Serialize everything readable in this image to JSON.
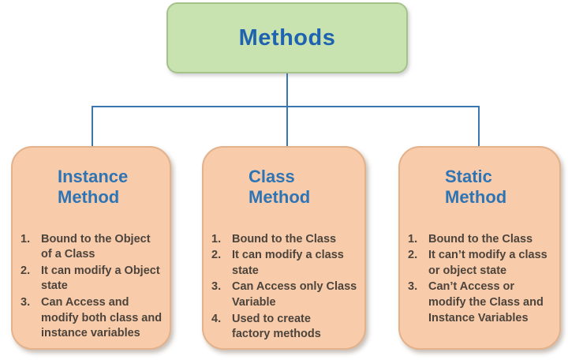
{
  "diagram": {
    "root": {
      "title": "Methods"
    },
    "branches": [
      {
        "title": "Instance\nMethod",
        "items": [
          {
            "n": "1.",
            "text": "Bound to the Object\nof a Class"
          },
          {
            "n": "2.",
            "text": "It can modify a Object\nstate"
          },
          {
            "n": "3.",
            "text": "Can Access and\nmodify both class and\ninstance variables"
          }
        ]
      },
      {
        "title": "Class\nMethod",
        "items": [
          {
            "n": "1.",
            "text": "Bound to the Class"
          },
          {
            "n": "2.",
            "text": "It can modify a class\nstate"
          },
          {
            "n": "3.",
            "text": "Can Access only Class\nVariable"
          },
          {
            "n": "4.",
            "text": "Used to create\nfactory methods"
          }
        ]
      },
      {
        "title": "Static\nMethod",
        "items": [
          {
            "n": "1.",
            "text": "Bound to the Class"
          },
          {
            "n": "2.",
            "text": "It can’t modify a class\nor object state"
          },
          {
            "n": "3.",
            "text": "Can’t Access or\nmodify the Class and\nInstance Variables"
          }
        ]
      }
    ],
    "colors": {
      "root_fill": "#C8E3B0",
      "root_border": "#A3C38B",
      "branch_fill": "#F8CCAA",
      "branch_border": "#E3B18A",
      "title_blue": "#2E74B5",
      "root_title_blue": "#1F63B0",
      "list_text": "#4C443C",
      "connector": "#3B76AE"
    }
  }
}
